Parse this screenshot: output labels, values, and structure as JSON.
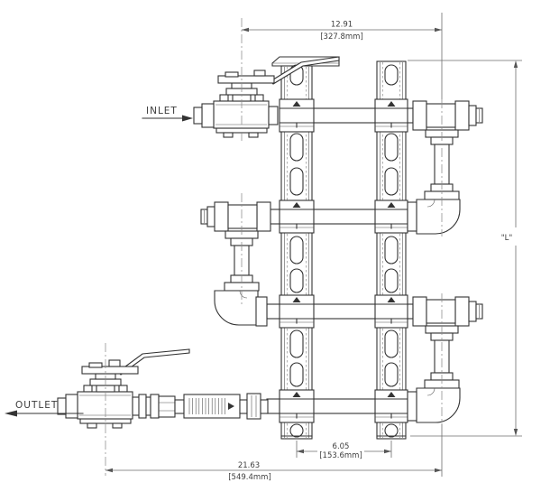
{
  "drawing": {
    "labels": {
      "inlet": "INLET",
      "outlet": "OUTLET"
    },
    "dimensions": {
      "top": {
        "inches": "12.91",
        "millimeters": "[327.8mm]"
      },
      "strut_spacing": {
        "inches": "6.05",
        "millimeters": "[153.6mm]"
      },
      "overall": {
        "inches": "21.63",
        "millimeters": "[549.4mm]"
      },
      "length": {
        "label": "\"L\""
      }
    },
    "colors": {
      "background": "#ffffff",
      "line": "#333333",
      "dimension": "#6e6e6e",
      "centerline": "#8a8a8a"
    }
  }
}
